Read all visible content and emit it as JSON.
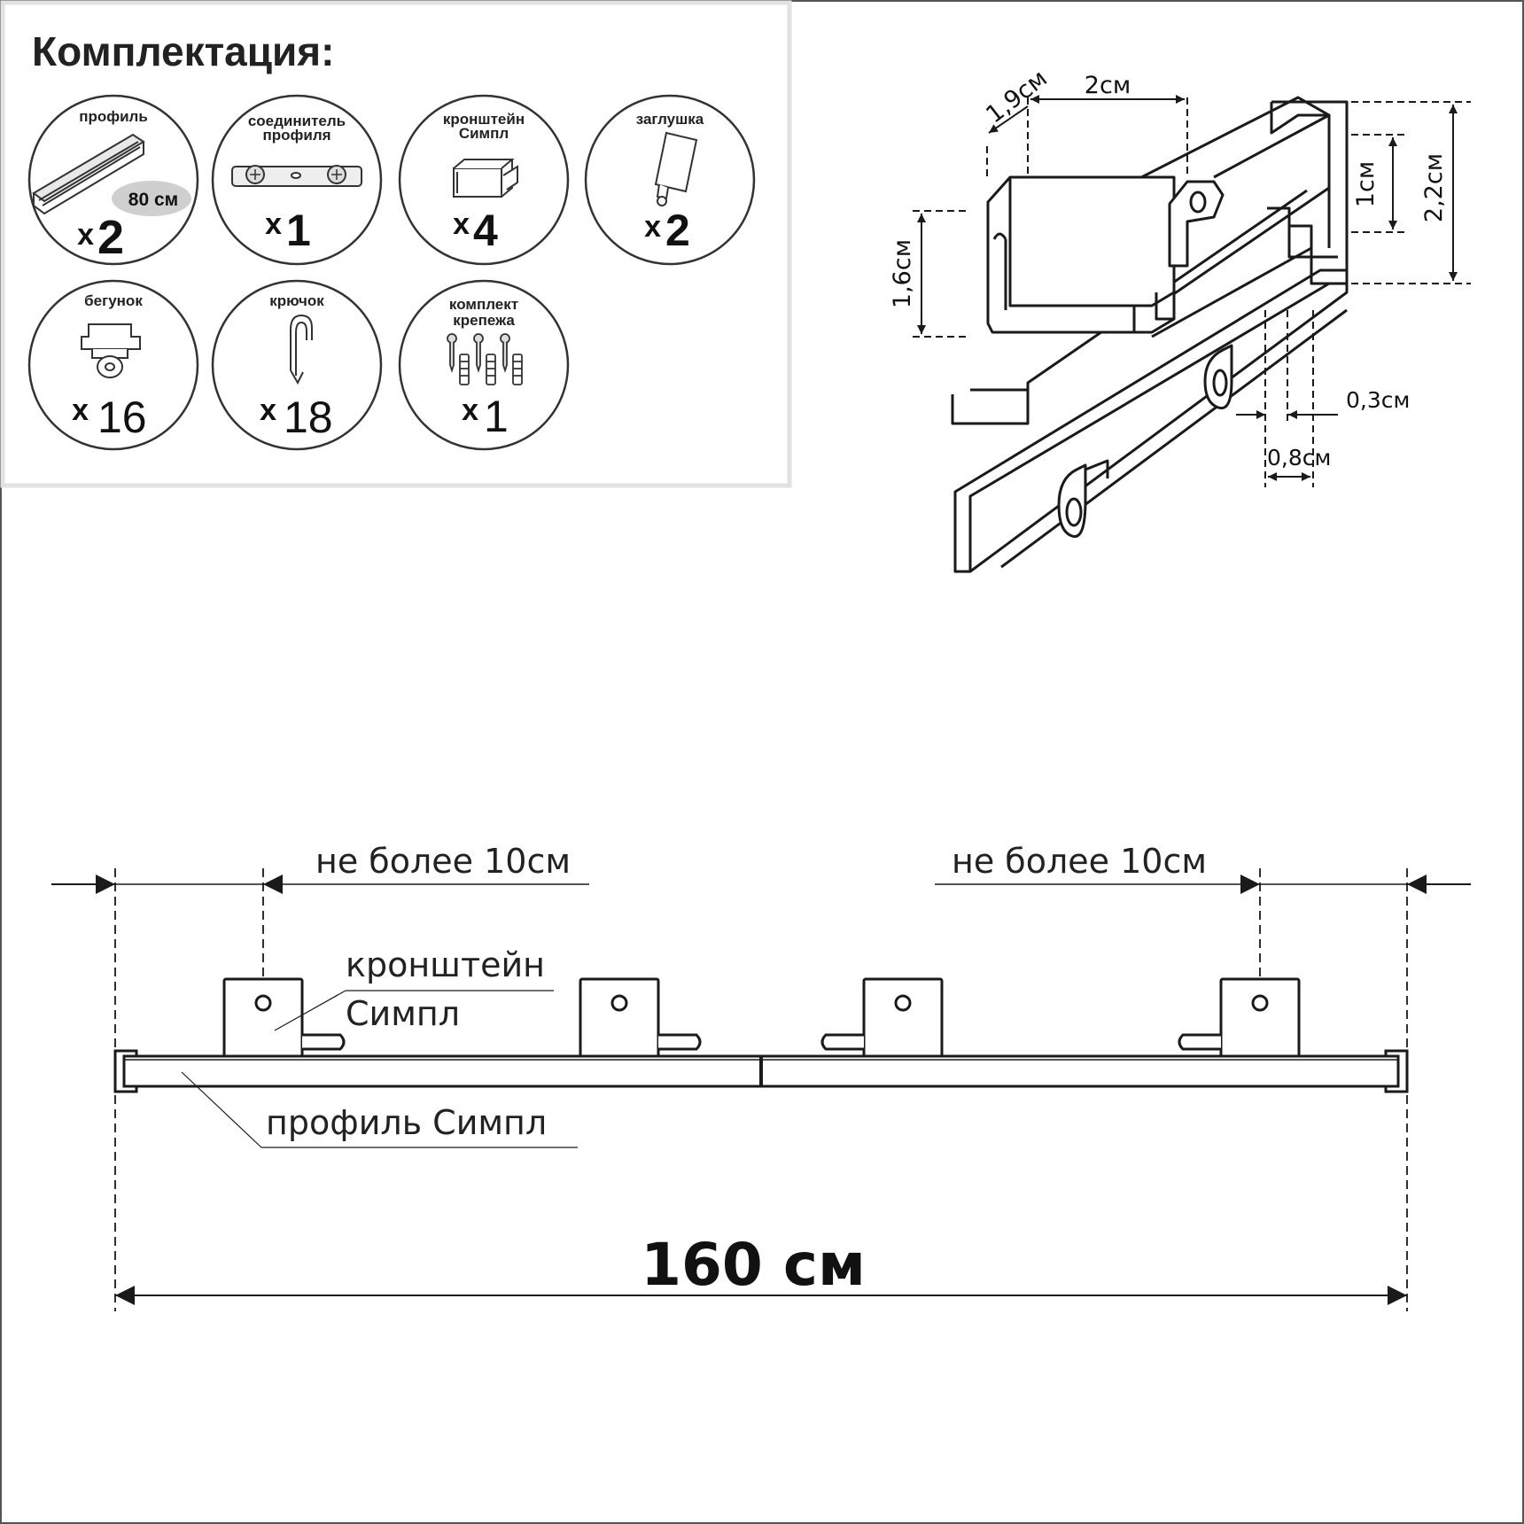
{
  "kit": {
    "title": "Комплектация:",
    "items": [
      {
        "label": "профиль",
        "qty_prefix": "x",
        "qty": "2",
        "badge": "80 см",
        "icon": "profile-rail-icon"
      },
      {
        "label": "соединитель профиля",
        "qty_prefix": "x",
        "qty": "1",
        "icon": "connector-icon"
      },
      {
        "label": "кронштейн Симпл",
        "qty_prefix": "x",
        "qty": "4",
        "icon": "bracket-icon"
      },
      {
        "label": "заглушка",
        "qty_prefix": "x",
        "qty": "2",
        "icon": "end-cap-icon"
      },
      {
        "label": "бегунок",
        "qty_prefix": "x",
        "qty": "16",
        "icon": "runner-icon"
      },
      {
        "label": "крючок",
        "qty_prefix": "x",
        "qty": "18",
        "icon": "hook-icon"
      },
      {
        "label": "комплект крепежа",
        "qty_prefix": "x",
        "qty": "1",
        "icon": "screws-icon"
      }
    ]
  },
  "detail": {
    "dims": [
      "1,9см",
      "2см",
      "1см",
      "2,2см",
      "1,6см",
      "0,3см",
      "0,8см"
    ]
  },
  "assembly": {
    "gap_label_left": "не более 10см",
    "gap_label_right": "не более 10см",
    "bracket_label_line1": "кронштейн",
    "bracket_label_line2": "Симпл",
    "profile_label": "профиль Симпл",
    "total_length": "160 см"
  },
  "colors": {
    "line": "#1a1a1a",
    "panel_border": "#e2e2e2",
    "badge": "#cfcfcf"
  }
}
